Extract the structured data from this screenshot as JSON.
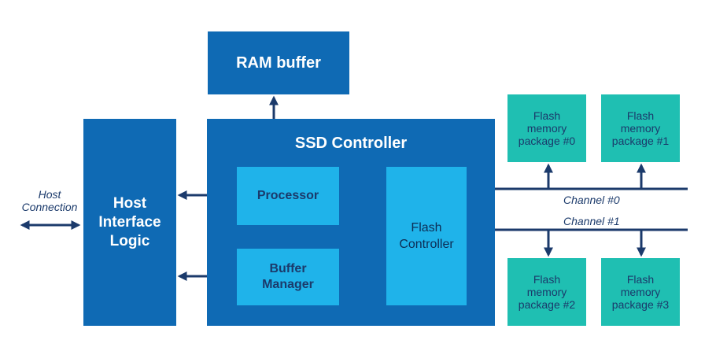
{
  "colors": {
    "dark_blue": "#0f6ab4",
    "light_blue": "#1fb3ea",
    "teal": "#1fbfb2",
    "arrow": "#1b3a6b"
  },
  "blocks": {
    "ram_buffer": "RAM buffer",
    "ssd_controller": "SSD Controller",
    "host_interface": "Host\nInterface\nLogic",
    "processor": "Processor",
    "buffer_manager": "Buffer\nManager",
    "flash_controller": "Flash\nController"
  },
  "host_connection": "Host\nConnection",
  "channels": [
    "Channel #0",
    "Channel #1"
  ],
  "flash_packages": [
    "Flash\nmemory\npackage #0",
    "Flash\nmemory\npackage #1",
    "Flash\nmemory\npackage #2",
    "Flash\nmemory\npackage #3"
  ]
}
